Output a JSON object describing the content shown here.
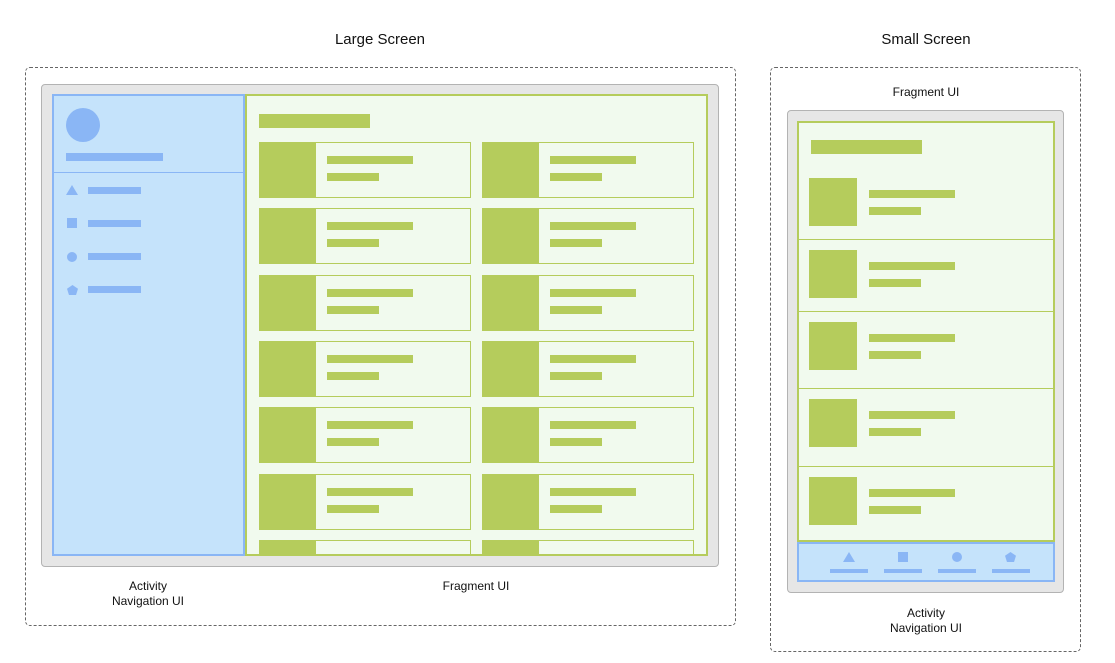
{
  "large_screen": {
    "title": "Large Screen",
    "activity_label": [
      "Activity",
      "Navigation UI"
    ],
    "fragment_label": "Fragment UI",
    "nav_items": [
      "triangle-icon",
      "square-icon",
      "circle-icon",
      "pentagon-icon"
    ]
  },
  "small_screen": {
    "title": "Small Screen",
    "fragment_label": "Fragment UI",
    "activity_label": [
      "Activity",
      "Navigation UI"
    ],
    "nav_items": [
      "triangle-icon",
      "square-icon",
      "circle-icon",
      "pentagon-icon"
    ]
  },
  "colors": {
    "nav_fill": "#c5e3fb",
    "nav_accent": "#8ab6f5",
    "fragment_fill": "#f1faee",
    "fragment_accent": "#b5cc5c"
  }
}
